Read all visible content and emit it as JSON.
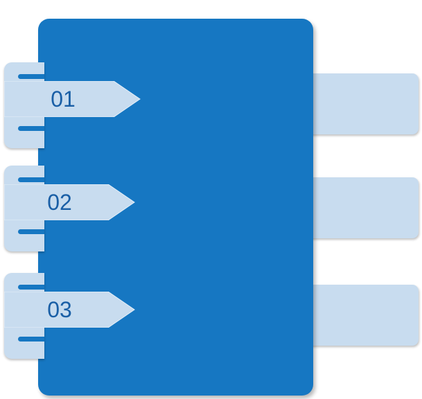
{
  "colors": {
    "panel": "#1677c2",
    "tab_light": "#c8dcef",
    "number_text": "#1a5fa6"
  },
  "tabs": [
    {
      "number": "01"
    },
    {
      "number": "02"
    },
    {
      "number": "03"
    }
  ]
}
